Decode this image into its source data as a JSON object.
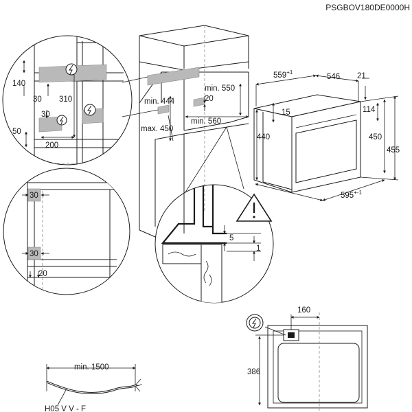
{
  "document_code": "PSGBOV180DE0000H",
  "cabinet": {
    "min_444": "min. 444",
    "max_450": "max. 450",
    "min_550": "min. 550",
    "min_560": "min. 560",
    "gap_20": "20"
  },
  "detail_circle_top": {
    "d140": "140",
    "d30a": "30",
    "d310": "310",
    "d30b": "30",
    "d50": "50",
    "d200": "200"
  },
  "detail_circle_mid": {
    "d30_top": "30",
    "d30_bottom": "30",
    "d20": "20"
  },
  "detail_circle_section": {
    "d5": "5",
    "d1": "1"
  },
  "appliance": {
    "d559": "559",
    "d559_tol": "+1",
    "d546": "546",
    "d21": "21",
    "d15": "15",
    "d114": "114",
    "d440": "440",
    "d450": "450",
    "d455": "455",
    "d595": "595",
    "d595_tol": "+-1"
  },
  "rear_view": {
    "d160": "160",
    "d386": "386"
  },
  "cable": {
    "min_length": "min. 1500",
    "type": "H05 V V - F"
  },
  "icons": [
    "electrical-connection-icon",
    "warning-triangle-icon"
  ]
}
